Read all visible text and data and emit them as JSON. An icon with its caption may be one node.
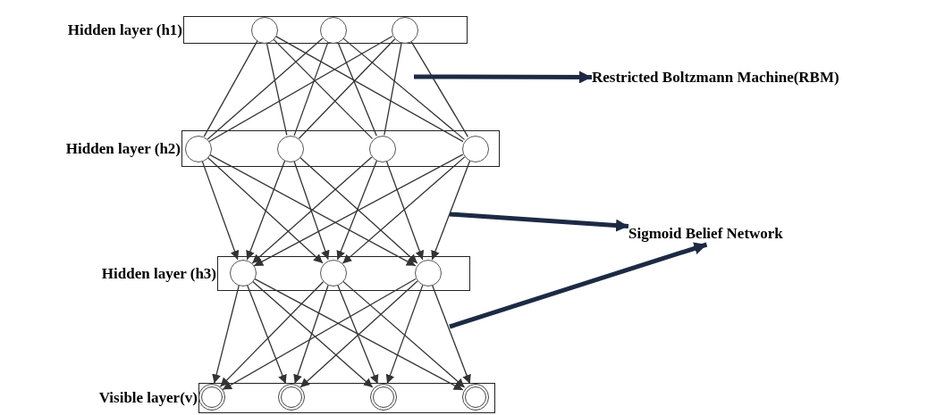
{
  "diagram": {
    "nodes": [
      {
        "text": [
          "Hidden layer (h1)"
        ]
      },
      {
        "text": [],
        "shape": "circle",
        "in": 0
      },
      {
        "text": [],
        "shape": "circle",
        "in": 0
      },
      {
        "text": [],
        "shape": "circle",
        "in": 0
      },
      {
        "text": [
          "Hidden layer (h2)"
        ]
      },
      {
        "text": [],
        "shape": "circle",
        "in": 4
      },
      {
        "text": [],
        "shape": "circle",
        "in": 4
      },
      {
        "text": [],
        "shape": "circle",
        "in": 4
      },
      {
        "text": [],
        "shape": "circle",
        "in": 4
      },
      {
        "text": [
          "Hidden layer (h3)"
        ]
      },
      {
        "text": [],
        "shape": "circle",
        "in": 9
      },
      {
        "text": [],
        "shape": "circle",
        "in": 9
      },
      {
        "text": [],
        "shape": "circle",
        "in": 9
      },
      {
        "text": [
          "Visible layer(v)"
        ]
      },
      {
        "text": [],
        "shape": "circle",
        "in": 13
      },
      {
        "text": [],
        "shape": "circle",
        "in": 13
      },
      {
        "text": [],
        "shape": "circle",
        "in": 13
      },
      {
        "text": [],
        "shape": "circle",
        "in": 13
      },
      {
        "text": [
          "Restricted Boltzmann Machine(RBM)"
        ]
      },
      {
        "text": [
          "Sigmoid Belief Network"
        ]
      }
    ],
    "edges": [
      {
        "from": 1,
        "to": 5,
        "arrow": "none"
      },
      {
        "from": 1,
        "to": 6,
        "arrow": "none"
      },
      {
        "from": 1,
        "to": 7,
        "arrow": "none"
      },
      {
        "from": 1,
        "to": 8,
        "arrow": "none"
      },
      {
        "from": 2,
        "to": 5,
        "arrow": "none"
      },
      {
        "from": 2,
        "to": 6,
        "arrow": "none"
      },
      {
        "from": 2,
        "to": 7,
        "arrow": "none"
      },
      {
        "from": 2,
        "to": 8,
        "arrow": "none"
      },
      {
        "from": 3,
        "to": 5,
        "arrow": "none"
      },
      {
        "from": 3,
        "to": 6,
        "arrow": "none"
      },
      {
        "from": 3,
        "to": 7,
        "arrow": "none"
      },
      {
        "from": 3,
        "to": 8,
        "arrow": "none"
      },
      {
        "from": 5,
        "to": 10,
        "arrow": "to"
      },
      {
        "from": 5,
        "to": 11,
        "arrow": "to"
      },
      {
        "from": 5,
        "to": 12,
        "arrow": "to"
      },
      {
        "from": 6,
        "to": 10,
        "arrow": "to"
      },
      {
        "from": 6,
        "to": 11,
        "arrow": "to"
      },
      {
        "from": 6,
        "to": 12,
        "arrow": "to"
      },
      {
        "from": 7,
        "to": 10,
        "arrow": "to"
      },
      {
        "from": 7,
        "to": 11,
        "arrow": "to"
      },
      {
        "from": 7,
        "to": 12,
        "arrow": "to"
      },
      {
        "from": 8,
        "to": 10,
        "arrow": "to"
      },
      {
        "from": 8,
        "to": 11,
        "arrow": "to"
      },
      {
        "from": 8,
        "to": 12,
        "arrow": "to"
      },
      {
        "from": 10,
        "to": 14,
        "arrow": "to"
      },
      {
        "from": 10,
        "to": 15,
        "arrow": "to"
      },
      {
        "from": 10,
        "to": 16,
        "arrow": "to"
      },
      {
        "from": 10,
        "to": 17,
        "arrow": "to"
      },
      {
        "from": 11,
        "to": 14,
        "arrow": "to"
      },
      {
        "from": 11,
        "to": 15,
        "arrow": "to"
      },
      {
        "from": 11,
        "to": 16,
        "arrow": "to"
      },
      {
        "from": 11,
        "to": 17,
        "arrow": "to"
      },
      {
        "from": 12,
        "to": 14,
        "arrow": "to"
      },
      {
        "from": 12,
        "to": 15,
        "arrow": "to"
      },
      {
        "from": 12,
        "to": 16,
        "arrow": "to"
      },
      {
        "from": 12,
        "to": 17,
        "arrow": "to"
      },
      {
        "from": null,
        "to": 18,
        "arrow": "to",
        "style": "thick",
        "color": "#1c2a44"
      },
      {
        "from": null,
        "to": 19,
        "arrow": "to",
        "style": "thick",
        "color": "#1c2a44"
      },
      {
        "from": null,
        "to": 19,
        "arrow": "to",
        "style": "thick",
        "color": "#1c2a44"
      }
    ]
  }
}
